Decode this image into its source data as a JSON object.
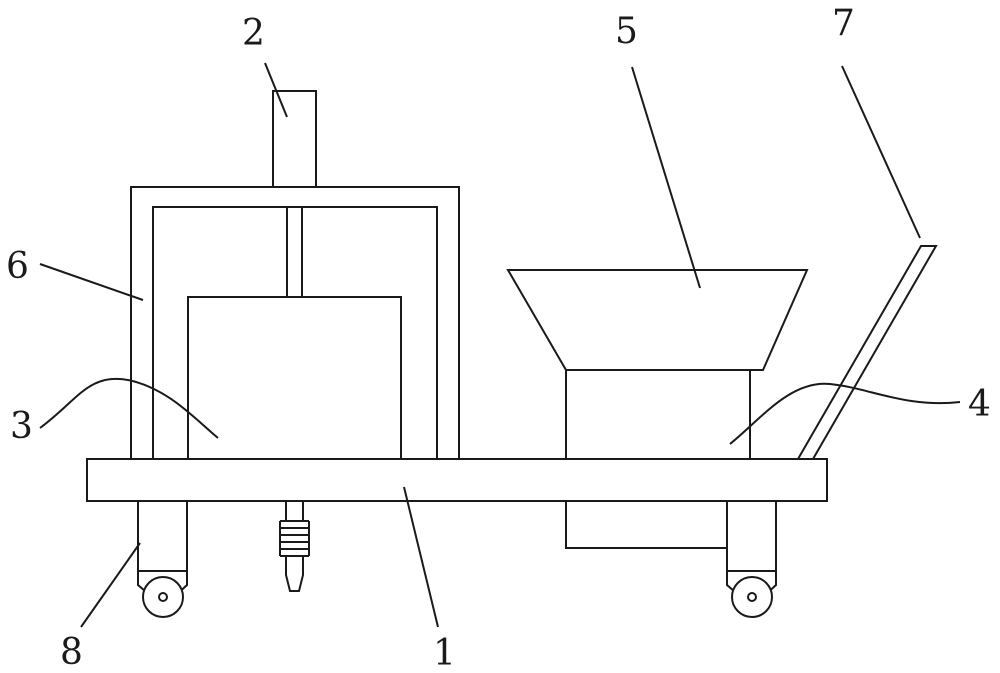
{
  "labels": {
    "base_plate": "1",
    "motor": "2",
    "box_left": "3",
    "box_right": "4",
    "hopper": "5",
    "frame": "6",
    "handle": "7",
    "wheel": "8"
  }
}
